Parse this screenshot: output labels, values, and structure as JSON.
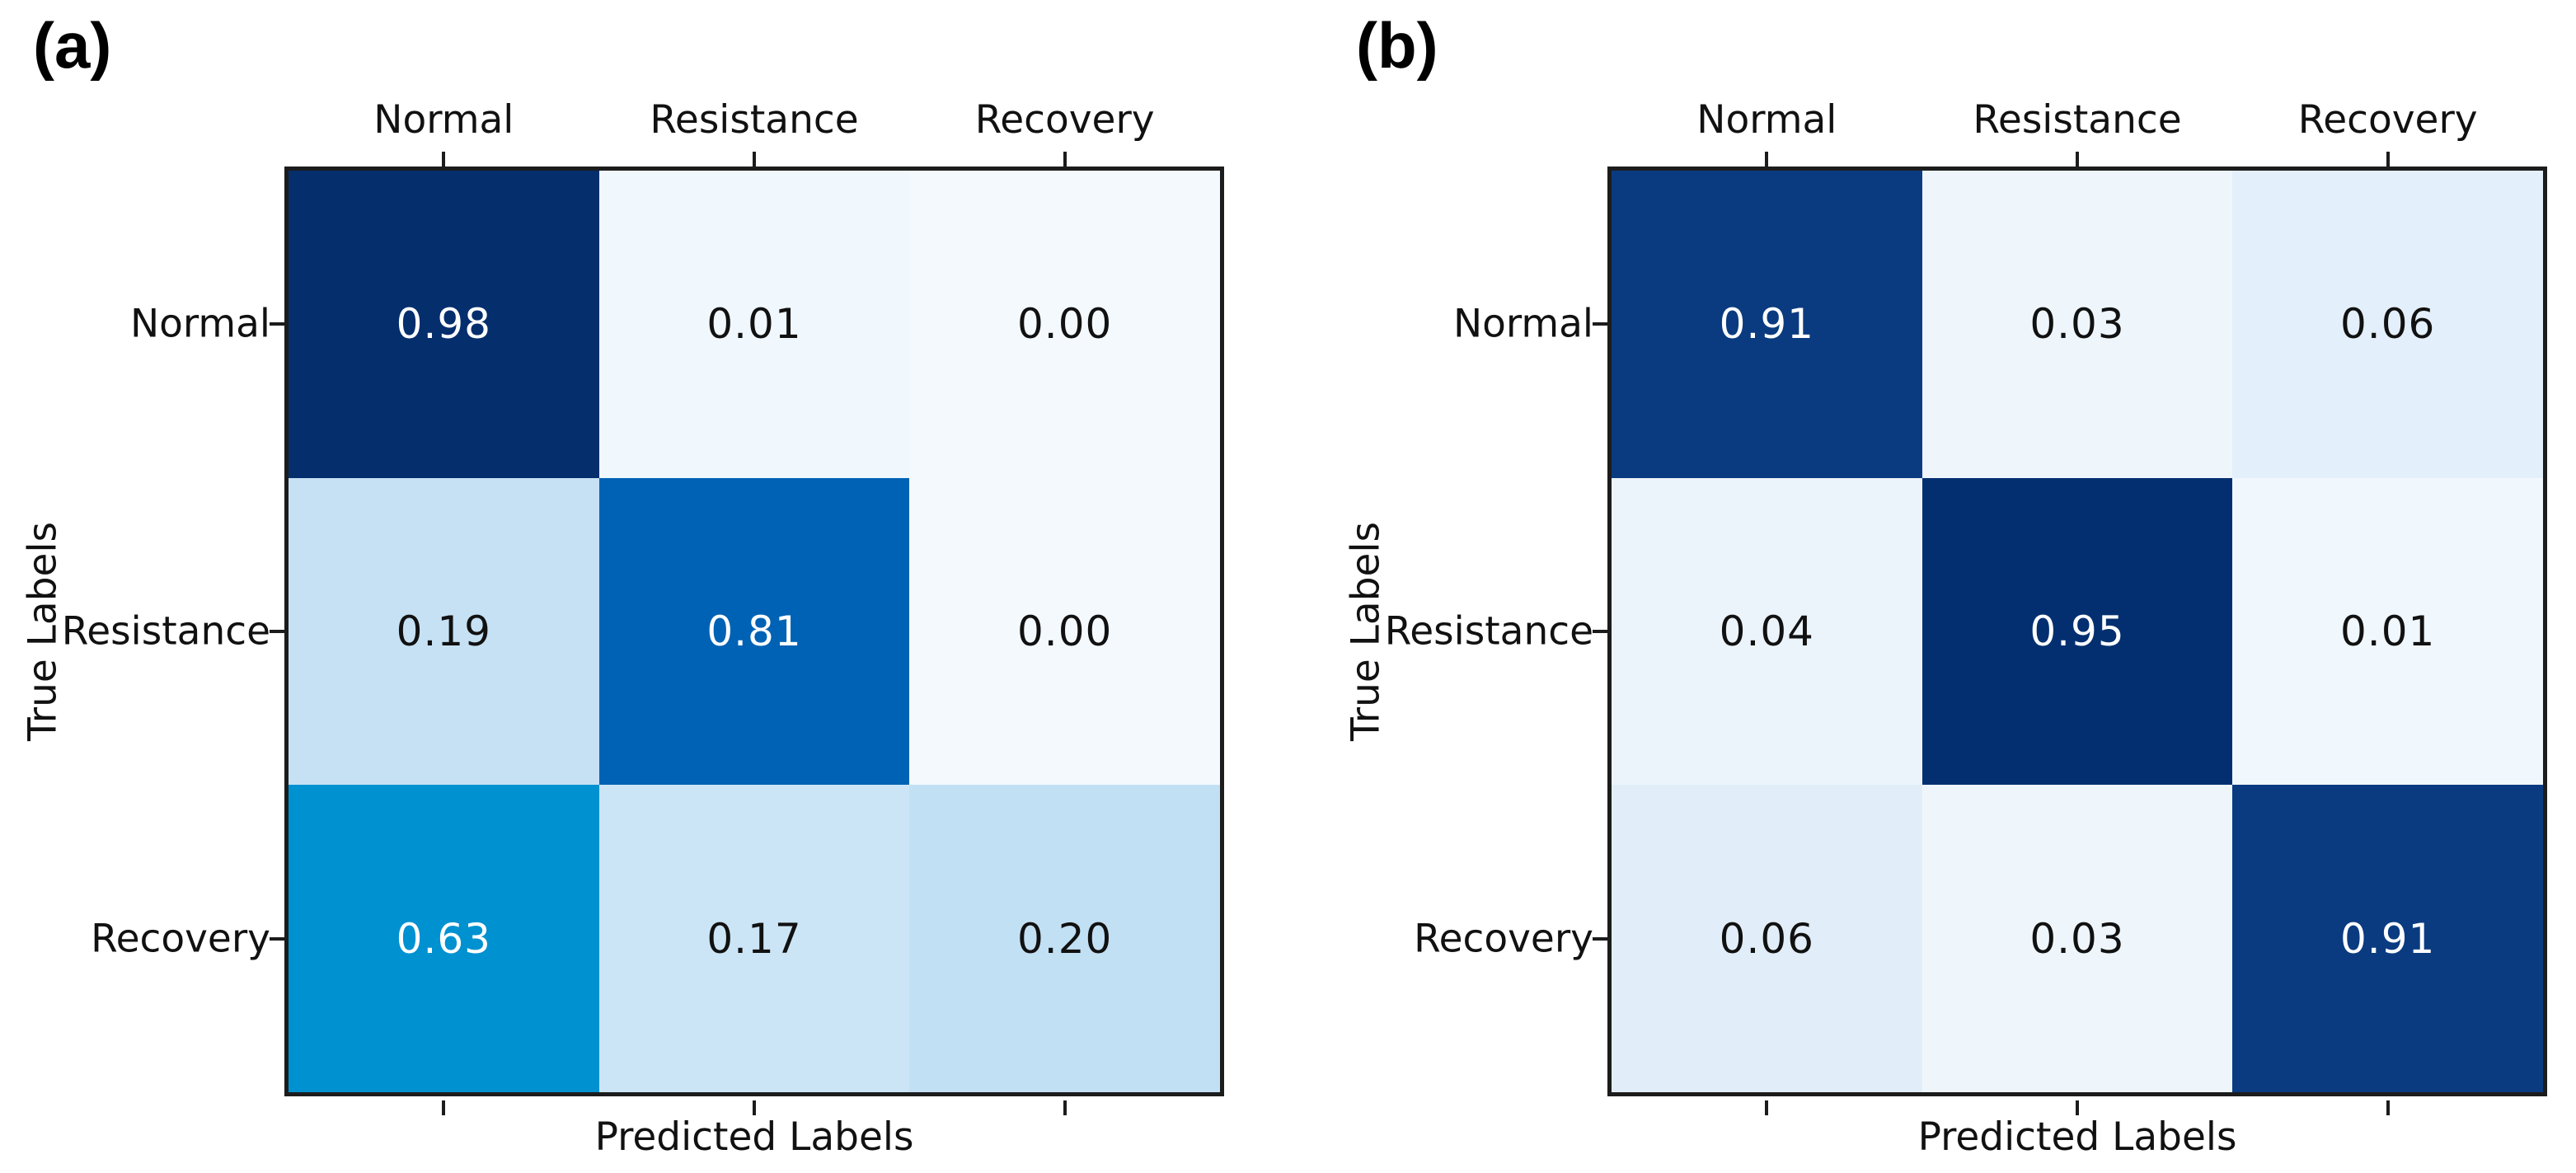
{
  "colors": {
    "background": "#ffffff",
    "frame": "#1c1c1c",
    "cell_text_dark": "#111111",
    "cell_text_light": "#ffffff",
    "light_text_threshold": 0.5,
    "colormap_dark_end": "#052e6d",
    "colormap_light_end": "#f5fafe"
  },
  "chart_data": [
    {
      "type": "heatmap",
      "panel_label": "(a)",
      "xlabel": "Predicted Labels",
      "ylabel": "True Labels",
      "x_categories": [
        "Normal",
        "Resistance",
        "Recovery"
      ],
      "y_categories": [
        "Normal",
        "Resistance",
        "Recovery"
      ],
      "values": [
        [
          0.98,
          0.01,
          0.0
        ],
        [
          0.19,
          0.81,
          0.0
        ],
        [
          0.63,
          0.17,
          0.2
        ]
      ],
      "display_values": [
        [
          "0.98",
          "0.01",
          "0.00"
        ],
        [
          "0.19",
          "0.81",
          "0.00"
        ],
        [
          "0.63",
          "0.17",
          "0.20"
        ]
      ],
      "cell_colors": [
        [
          "#052e6d",
          "#f0f7fd",
          "#f4f9fe"
        ],
        [
          "#c6e1f4",
          "#0062b4",
          "#f4f9fe"
        ],
        [
          "#0091d1",
          "#cbe5f6",
          "#c2e0f4"
        ]
      ],
      "colormap": "Blues",
      "value_range": [
        0,
        1
      ],
      "grid_lines": false,
      "legend": false
    },
    {
      "type": "heatmap",
      "panel_label": "(b)",
      "xlabel": "Predicted Labels",
      "ylabel": "True Labels",
      "x_categories": [
        "Normal",
        "Resistance",
        "Recovery"
      ],
      "y_categories": [
        "Normal",
        "Resistance",
        "Recovery"
      ],
      "values": [
        [
          0.91,
          0.03,
          0.06
        ],
        [
          0.04,
          0.95,
          0.01
        ],
        [
          0.06,
          0.03,
          0.91
        ]
      ],
      "display_values": [
        [
          "0.91",
          "0.03",
          "0.06"
        ],
        [
          "0.04",
          "0.95",
          "0.01"
        ],
        [
          "0.06",
          "0.03",
          "0.91"
        ]
      ],
      "cell_colors": [
        [
          "#0a3b80",
          "#eef6fc",
          "#e3effa"
        ],
        [
          "#ebf4fb",
          "#032f70",
          "#f0f7fd"
        ],
        [
          "#e1eef9",
          "#eef6fc",
          "#0a3b80"
        ]
      ],
      "colormap": "Blues",
      "value_range": [
        0,
        1
      ],
      "grid_lines": false,
      "legend": false
    }
  ]
}
